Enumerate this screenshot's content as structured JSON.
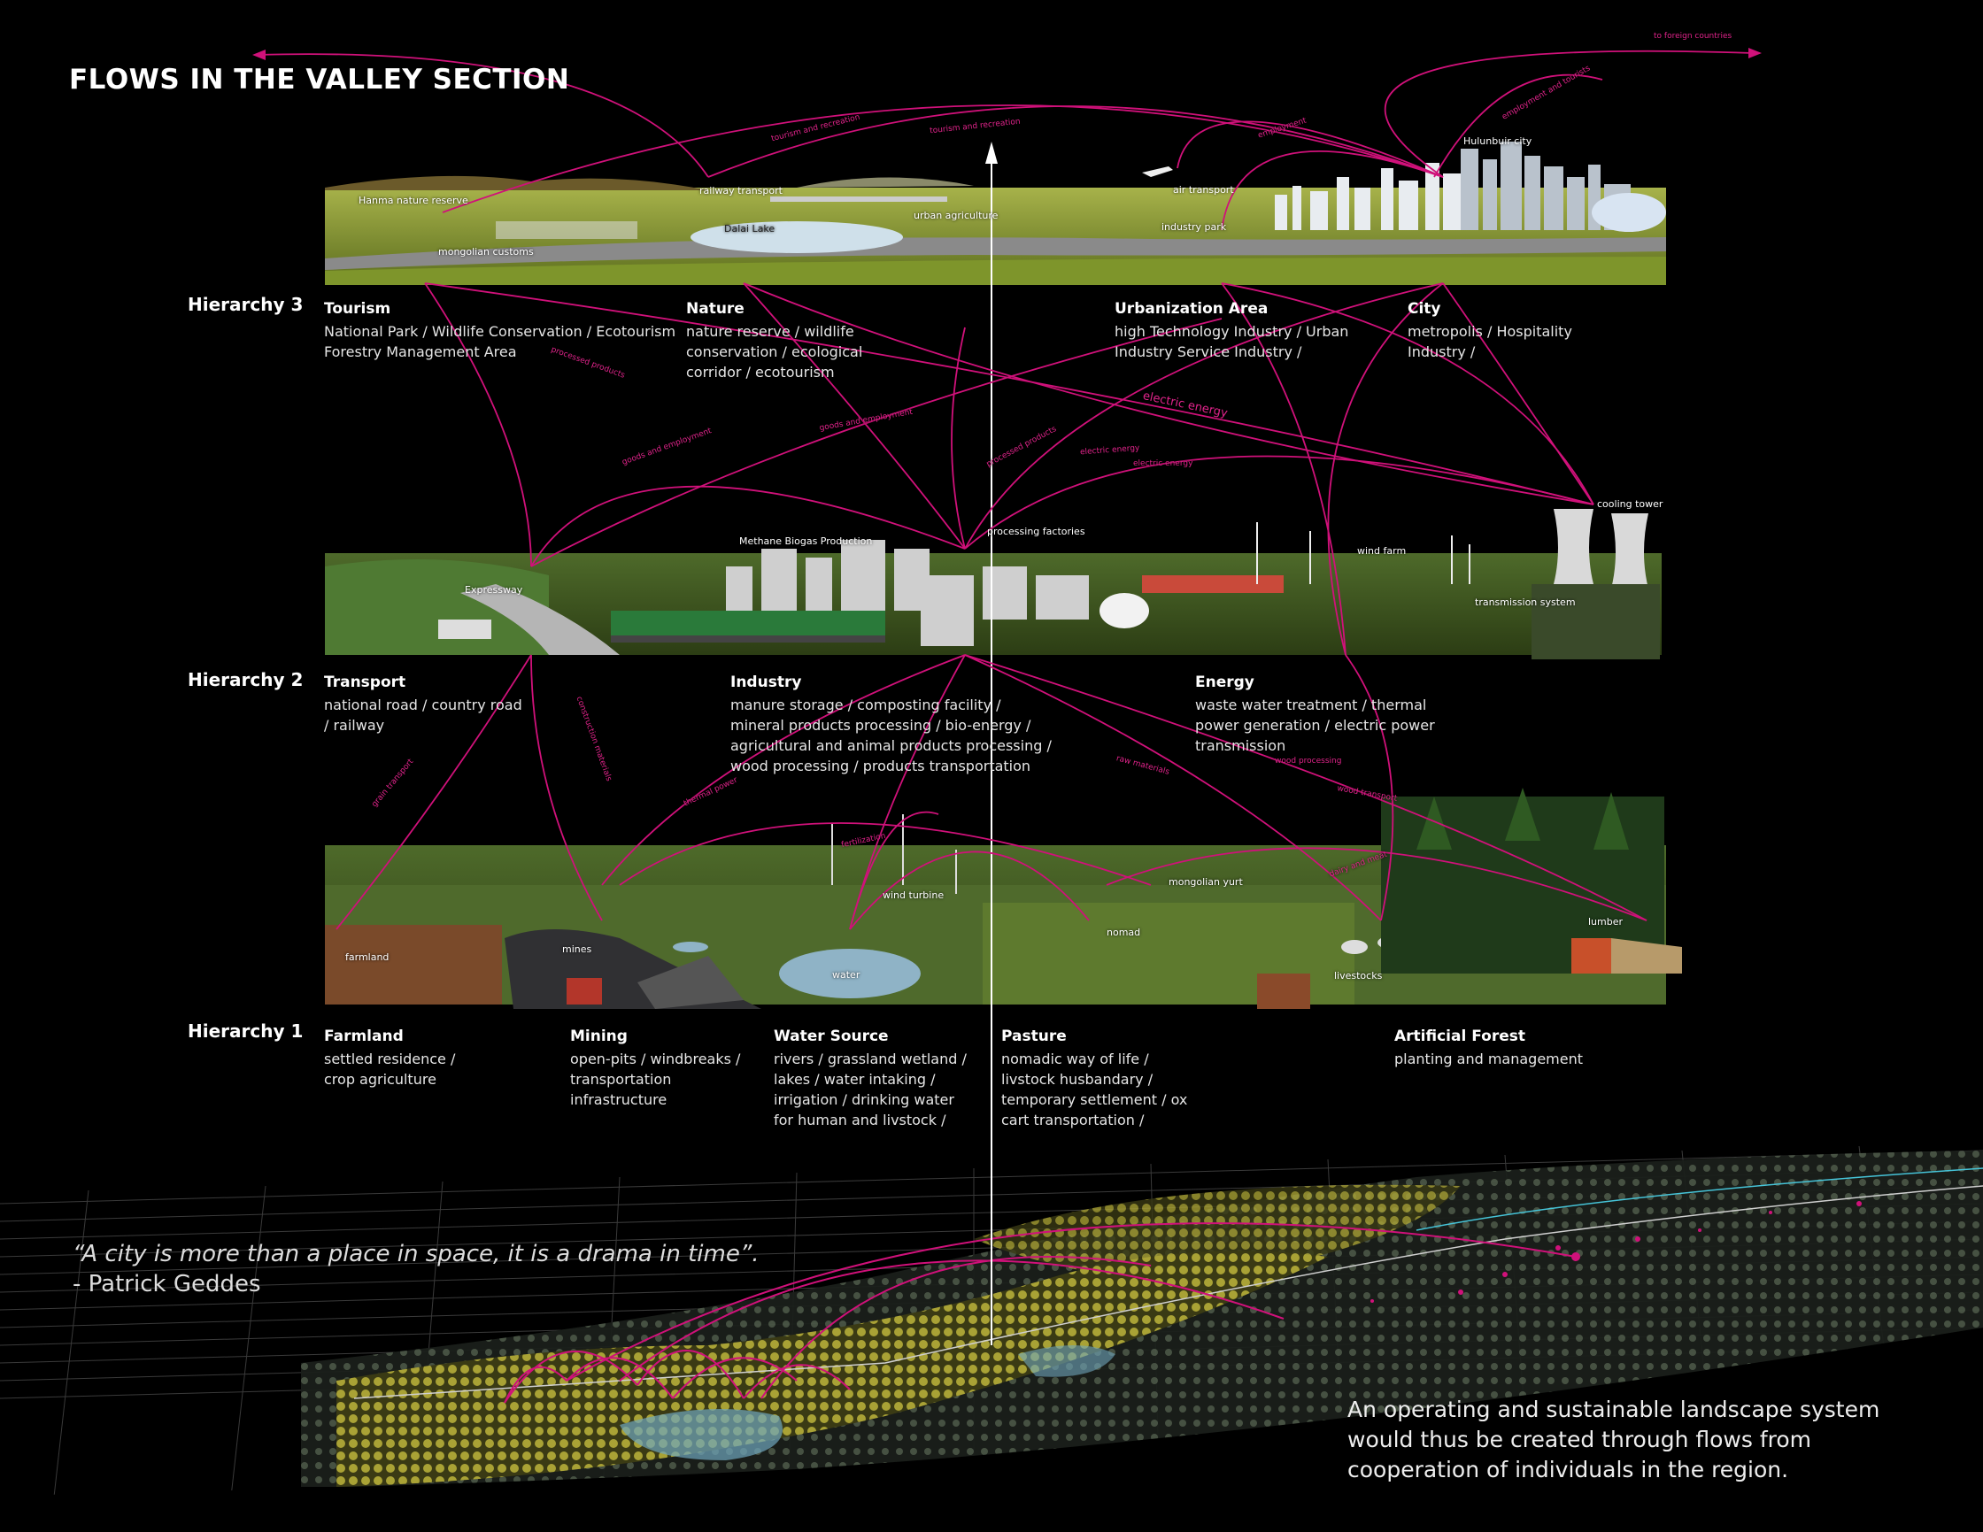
{
  "title": "FLOWS IN THE VALLEY SECTION",
  "hierarchies": [
    {
      "label": "Hierarchy 3"
    },
    {
      "label": "Hierarchy 2"
    },
    {
      "label": "Hierarchy 1"
    }
  ],
  "h3": {
    "tourism": {
      "head": "Tourism",
      "l1": "National Park / Wildlife Conservation / Ecotourism",
      "l2": "Forestry Management Area"
    },
    "nature": {
      "head": "Nature",
      "l1": "nature reserve / wildlife",
      "l2": "conservation / ecological",
      "l3": "corridor / ecotourism"
    },
    "urban": {
      "head": "Urbanization Area",
      "l1": "high Technology Industry / Urban",
      "l2": "Industry Service Industry /"
    },
    "city": {
      "head": "City",
      "l1": "metropolis / Hospitality",
      "l2": "Industry /"
    }
  },
  "h2": {
    "transport": {
      "head": "Transport",
      "l1": "national road / country road",
      "l2": "/ railway"
    },
    "industry": {
      "head": "Industry",
      "l1": "manure storage / composting facility /",
      "l2": "mineral products processing / bio-energy /",
      "l3": "agricultural and animal products processing /",
      "l4": "wood processing / products transportation"
    },
    "energy": {
      "head": "Energy",
      "l1": "waste water treatment / thermal",
      "l2": "power generation / electric power",
      "l3": "transmission"
    }
  },
  "h1": {
    "farmland": {
      "head": "Farmland",
      "l1": "settled residence /",
      "l2": "crop agriculture"
    },
    "mining": {
      "head": "Mining",
      "l1": "open-pits / windbreaks /",
      "l2": "transportation",
      "l3": "infrastructure"
    },
    "water": {
      "head": "Water Source",
      "l1": "rivers / grassland wetland /",
      "l2": "lakes / water intaking /",
      "l3": "irrigation / drinking water",
      "l4": "for human and livstock /"
    },
    "pasture": {
      "head": "Pasture",
      "l1": "nomadic way of life /",
      "l2": "livstock husbandary /",
      "l3": "temporary settlement / ox",
      "l4": "cart transportation /"
    },
    "forest": {
      "head": "Artificial Forest",
      "l1": "planting and management"
    }
  },
  "strip3_labels": {
    "hanma": "Hanma nature reserve",
    "mongolian_customs": "mongolian customs",
    "railway": "railway transport",
    "urban_agri": "urban agriculture",
    "air": "air transport",
    "industry_park": "industry park",
    "hulunbuir": "Hulunbuir city",
    "lake": "Dalai Lake"
  },
  "strip2_labels": {
    "expressway": "Expressway",
    "methane": "Methane Biogas Production",
    "factories": "processing factories",
    "windfarm": "wind farm",
    "cooling": "cooling tower",
    "transmission": "transmission system"
  },
  "strip1_labels": {
    "farmland": "farmland",
    "mines": "mines",
    "wind_turbine": "wind turbine",
    "water": "water",
    "yurt": "mongolian yurt",
    "nomad": "nomad",
    "livestock": "livestocks",
    "lumber": "lumber"
  },
  "flow_labels": {
    "foreign": "to foreign countries",
    "tourism": "tourism and recreation",
    "tourism2": "tourism and recreation",
    "employment": "employment",
    "employment_tourists": "employment and tourists",
    "goods1": "goods and employment",
    "goods2": "goods and employment",
    "processed1": "processed products",
    "processed2": "processed products",
    "electric_big": "electric energy",
    "electric2": "electric energy",
    "electric3": "electric energy",
    "grain": "grain transport",
    "construction": "construction materials",
    "thermal": "thermal power",
    "fertilization": "fertilization",
    "wood": "wood transport",
    "raw_materials": "raw materials",
    "wood_processing": "wood processing",
    "dairy": "dairy and meat"
  },
  "quote": {
    "text": "“A city is more than a place in space, it is a drama in time”.",
    "author": "- Patrick Geddes"
  },
  "summary": {
    "l1": "An operating and sustainable landscape system",
    "l2": "would thus be created through flows from",
    "l3": "cooperation of individuals in the region."
  },
  "colors": {
    "flow": "#d0117a",
    "grass": "#7d8f2c",
    "map_patch": "#b8b33a",
    "water": "#6fa6bd"
  }
}
